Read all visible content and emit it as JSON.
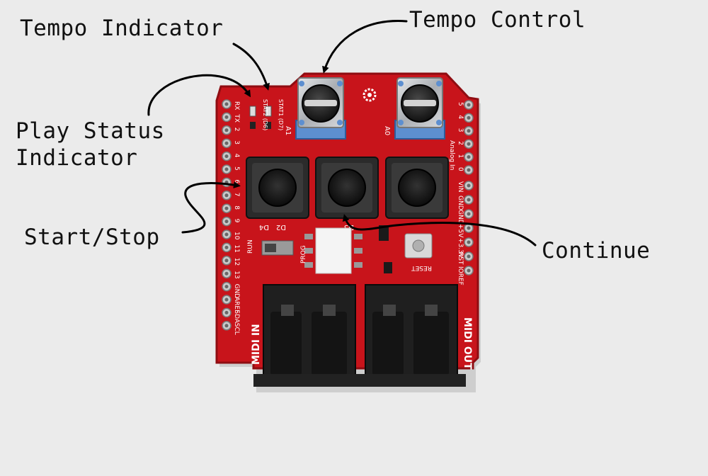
{
  "colors": {
    "background": "#ebebeb",
    "board": "#c8141b",
    "board_edge": "#8f0d12",
    "silkscreen": "#ffffff",
    "connector": "#1c1c1c",
    "knob_metal": "#b9bcc0",
    "knob_base": "#5d8fd0",
    "arrow": "#000000"
  },
  "callouts": {
    "tempo_indicator": "Tempo Indicator",
    "tempo_control": "Tempo Control",
    "play_status_line1": "Play Status",
    "play_status_line2": "Indicator",
    "start_stop": "Start/Stop",
    "continue": "Continue"
  },
  "board": {
    "left_pins": [
      "RX",
      "TX",
      "2",
      "3",
      "4",
      "5",
      "6",
      "7",
      "8",
      "9",
      "10",
      "11",
      "12",
      "13",
      "GND",
      "AREF",
      "SDA",
      "SCL"
    ],
    "right_pins": [
      "5",
      "4",
      "3",
      "2",
      "1",
      "0"
    ],
    "right_pins_title": "Analog In",
    "power_pins": [
      "VIN",
      "GND",
      "GND",
      "+5V",
      "+3.3V",
      "RST",
      "IOREF"
    ],
    "led_labels": [
      "STAT2 (D6)",
      "STAT1 (D7)"
    ],
    "pot_labels": [
      "A1",
      "A0"
    ],
    "button_labels": [
      "D4",
      "D3",
      "D2"
    ],
    "switch_labels": [
      "RUN",
      "PROG"
    ],
    "reset_label": "RESET",
    "midi_in_label": "MIDI IN",
    "midi_out_label": "MIDI OUT"
  }
}
